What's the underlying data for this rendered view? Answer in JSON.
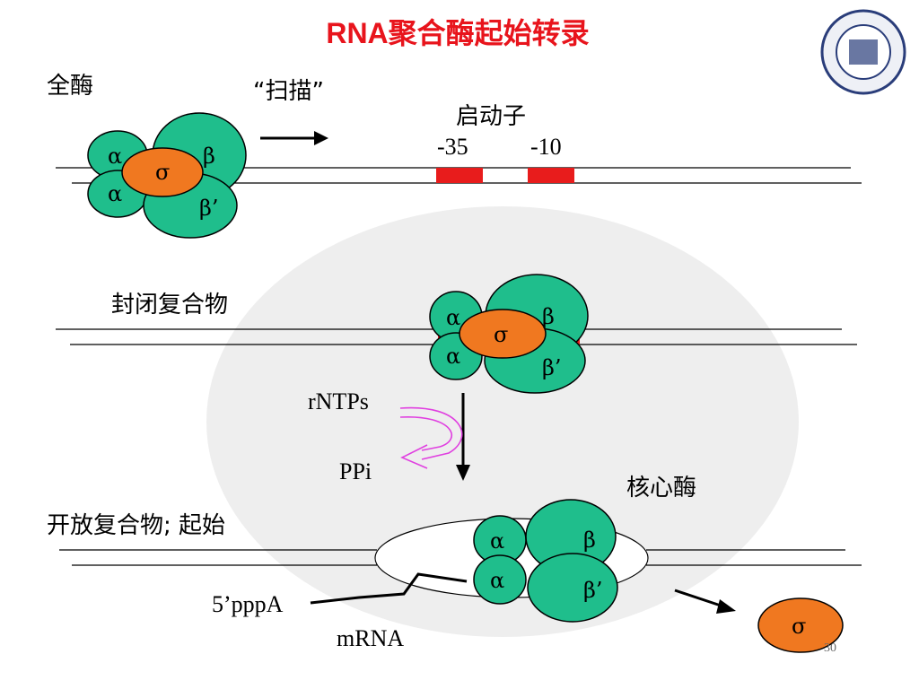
{
  "title": "RNA聚合酶起始转录",
  "page_number": "30",
  "labels": {
    "holoenzyme": "全酶",
    "scanning": "“扫描”",
    "promoter": "启动子",
    "minus35": "-35",
    "minus10": "-10",
    "closed_complex": "封闭复合物",
    "rntps": "rNTPs",
    "ppi": "PPi",
    "core_enzyme": "核心酶",
    "open_complex": "开放复合物; 起始",
    "five_prime": "5’pppA",
    "mrna": "mRNA"
  },
  "subunits": {
    "alpha": "α",
    "beta": "β",
    "beta_prime": "β’",
    "sigma": "σ"
  },
  "colors": {
    "title": "#e8141c",
    "subunit_fill": "#1fbe8c",
    "sigma_fill": "#f07820",
    "promoter_box": "#e81c1c",
    "magenta_arrow": "#e040e0"
  }
}
